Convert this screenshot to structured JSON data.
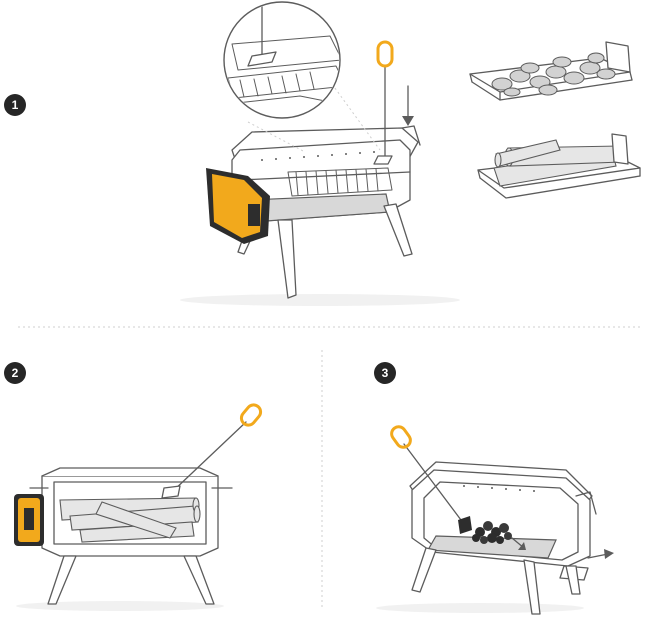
{
  "steps": [
    {
      "number": "1"
    },
    {
      "number": "2"
    },
    {
      "number": "3"
    }
  ],
  "colors": {
    "accent": "#f2a91c",
    "line": "#5c5c5c",
    "badge": "#262626",
    "divider": "#cfcfcf"
  }
}
